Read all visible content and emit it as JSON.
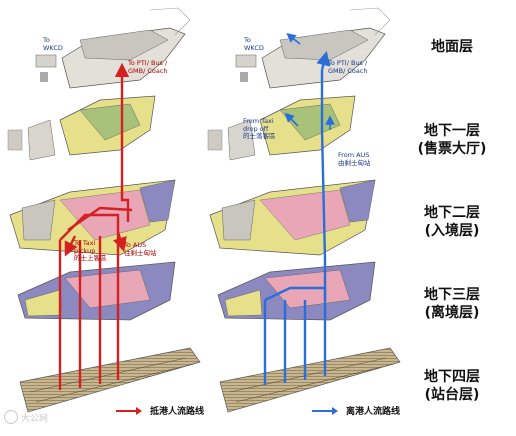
{
  "levels": [
    {
      "line1": "地面层",
      "line2": ""
    },
    {
      "line1": "地下一层",
      "line2": "(售票大厅)"
    },
    {
      "line1": "地下二层",
      "line2": "(入境层)"
    },
    {
      "line1": "地下三层",
      "line2": "(离境层)"
    },
    {
      "line1": "地下四层",
      "line2": "(站台层)"
    }
  ],
  "left_labels": {
    "to_wkcd": "To\nWKCD",
    "to_pti": "To PTI/ Bus /\nGMB/ Coach",
    "to_taxi": "To Taxi\npickup\n的士上客區",
    "to_aus": "To AUS\n往剩士匈站"
  },
  "right_labels": {
    "to_wkcd": "To\nWKCD",
    "to_pti": "To PTI/ Bus /\nGMB/ Coach",
    "from_taxi": "From Taxi\ndrop off\n的士落客區",
    "from_aus": "From AUS\n由剩士匈站"
  },
  "legend": {
    "arrival": "抵港人流路线",
    "departure": "离港人流路线"
  },
  "watermark": "大公网",
  "colors": {
    "arrival_route": "#d42020",
    "departure_route": "#2a6fd8",
    "floor_yellow": "#e7e08a",
    "floor_pink": "#e9a6b6",
    "floor_purple": "#8c88c0",
    "floor_grey": "#b9b6b0",
    "platform_tan": "#c9b48a"
  }
}
